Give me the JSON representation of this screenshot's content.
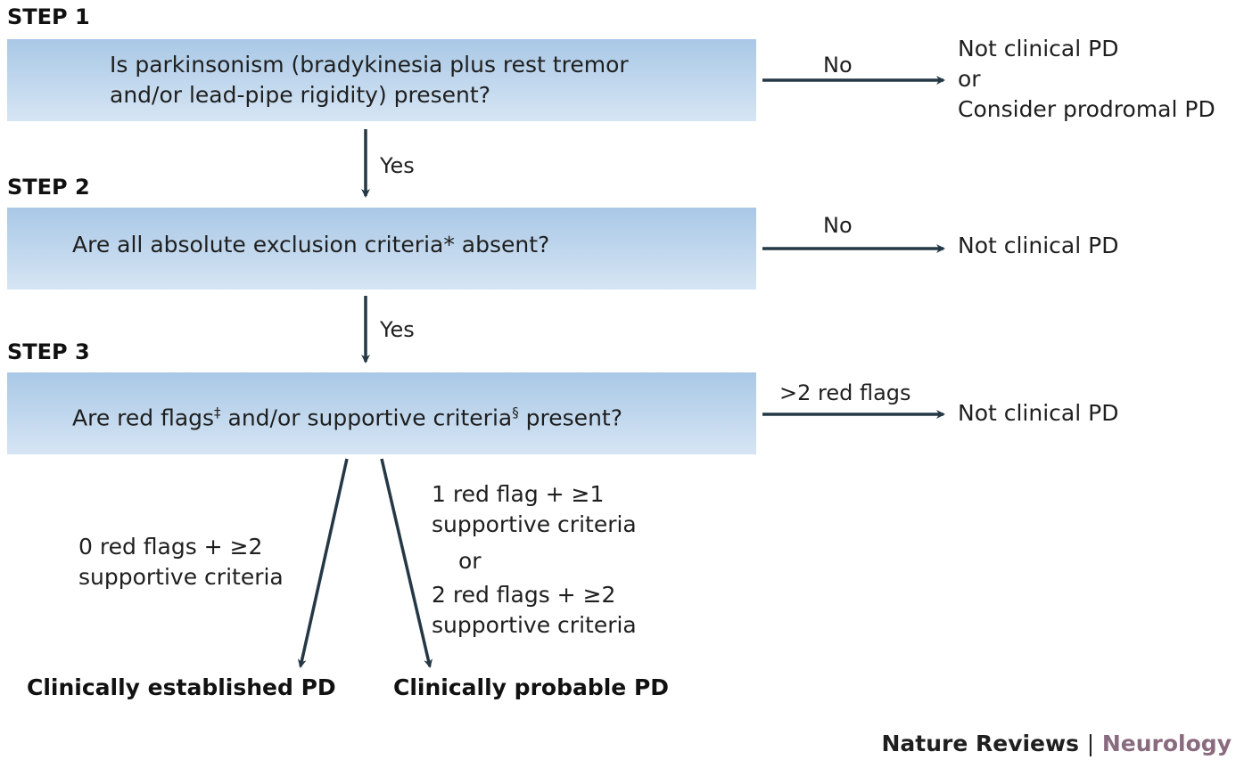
{
  "steps": [
    {
      "label": "STEP 1",
      "question_line1": "Is parkinsonism (bradykinesia plus rest tremor",
      "question_line2": "and/or lead-pipe rigidity) present?",
      "no_label": "No",
      "no_outcome_line1": "Not clinical PD",
      "no_outcome_line2": "or",
      "no_outcome_line3": "Consider prodromal PD",
      "yes_label": "Yes"
    },
    {
      "label": "STEP 2",
      "question": "Are all absolute exclusion criteria* absent?",
      "no_label": "No",
      "no_outcome": "Not clinical PD",
      "yes_label": "Yes"
    },
    {
      "label": "STEP 3",
      "question_part1": "Are red flags",
      "question_sup1": "‡",
      "question_part2": " and/or supportive criteria",
      "question_sup2": "§",
      "question_part3": " present?",
      "side_label": ">2 red flags",
      "side_outcome": "Not clinical PD"
    }
  ],
  "branches": {
    "left_condition_line1": "0 red flags + ≥2",
    "left_condition_line2": "supportive criteria",
    "right_condition_line1": "1 red flag + ≥1",
    "right_condition_line2": "supportive criteria",
    "right_condition_or": "or",
    "right_condition_line3": "2 red flags + ≥2",
    "right_condition_line4": "supportive criteria"
  },
  "outcomes": {
    "established": "Clinically established PD",
    "probable": "Clinically probable PD"
  },
  "footer": {
    "journal": "Nature Reviews",
    "separator": "|",
    "section": "Neurology",
    "section_color": "#8a6a7e"
  },
  "colors": {
    "arrow": "#253845",
    "box_top": "#a9c8e6",
    "box_bottom": "#d6e5f4"
  }
}
